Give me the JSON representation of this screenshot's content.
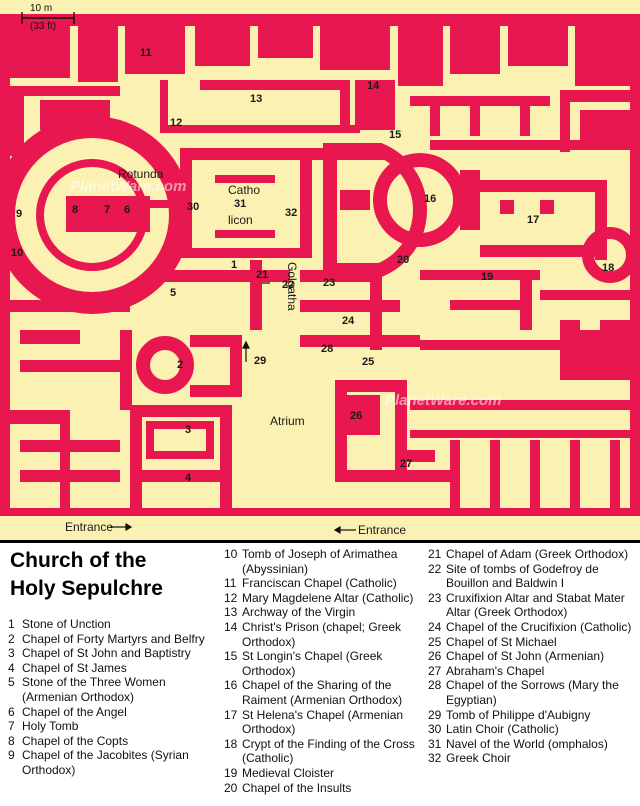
{
  "map": {
    "scale": {
      "meters": "10 m",
      "feet": "(33 ft)"
    },
    "place_labels": {
      "rotunda": "Rotunda",
      "catholicon_a": "Catho",
      "catholicon_b": "licon",
      "golgotha": "Golgatha",
      "atrium": "Atrium",
      "entrance_left": "Entrance",
      "entrance_right": "Entrance"
    },
    "watermark": "PlanetWare.com",
    "numbers": [
      "1",
      "2",
      "3",
      "4",
      "5",
      "6",
      "7",
      "8",
      "9",
      "10",
      "11",
      "12",
      "13",
      "14",
      "15",
      "16",
      "17",
      "18",
      "19",
      "20",
      "21",
      "22",
      "23",
      "24",
      "25",
      "26",
      "27",
      "28",
      "29",
      "30",
      "31",
      "32"
    ]
  },
  "legend": {
    "title": "Church of the\nHoly Sepulchre",
    "items": [
      {
        "n": "1",
        "t": "Stone of Unction"
      },
      {
        "n": "2",
        "t": "Chapel of Forty Martyrs and Belfry"
      },
      {
        "n": "3",
        "t": "Chapel of St John and Baptistry"
      },
      {
        "n": "4",
        "t": "Chapel of St James"
      },
      {
        "n": "5",
        "t": "Stone of the Three Women (Armenian Orthodox)"
      },
      {
        "n": "6",
        "t": "Chapel of the Angel"
      },
      {
        "n": "7",
        "t": "Holy Tomb"
      },
      {
        "n": "8",
        "t": "Chapel of the Copts"
      },
      {
        "n": "9",
        "t": "Chapel of the Jacobites (Syrian Orthodox)"
      },
      {
        "n": "10",
        "t": "Tomb of Joseph of Arimathea (Abyssinian)"
      },
      {
        "n": "11",
        "t": "Franciscan Chapel (Catholic)"
      },
      {
        "n": "12",
        "t": "Mary Magdelene Altar (Catholic)"
      },
      {
        "n": "13",
        "t": "Archway of the Virgin"
      },
      {
        "n": "14",
        "t": "Christ's Prison (chapel; Greek Orthodox)"
      },
      {
        "n": "15",
        "t": "St Longin's Chapel (Greek Orthodox)"
      },
      {
        "n": "16",
        "t": "Chapel of the Sharing of the Raiment (Armenian Orthodox)"
      },
      {
        "n": "17",
        "t": "St Helena's Chapel (Armenian Orthodox)"
      },
      {
        "n": "18",
        "t": "Crypt of the Finding of the Cross (Catholic)"
      },
      {
        "n": "19",
        "t": "Medieval Cloister"
      },
      {
        "n": "20",
        "t": "Chapel of the Insults"
      },
      {
        "n": "21",
        "t": "Chapel of Adam (Greek Orthodox)"
      },
      {
        "n": "22",
        "t": "Site of tombs of Godefroy de Bouillon and Baldwin I"
      },
      {
        "n": "23",
        "t": "Cruxifixion Altar and Stabat Mater Altar (Greek Orthodox)"
      },
      {
        "n": "24",
        "t": "Chapel of the Crucifixion (Catholic)"
      },
      {
        "n": "25",
        "t": "Chapel of St Michael"
      },
      {
        "n": "26",
        "t": "Chapel of St John (Armenian)"
      },
      {
        "n": "27",
        "t": "Abraham's Chapel"
      },
      {
        "n": "28",
        "t": "Chapel of the Sorrows (Mary the Egyptian)"
      },
      {
        "n": "29",
        "t": "Tomb of Philippe d'Aubigny"
      },
      {
        "n": "30",
        "t": "Latin Choir (Catholic)"
      },
      {
        "n": "31",
        "t": "Navel of the World (omphalos)"
      },
      {
        "n": "32",
        "t": "Greek Choir"
      }
    ]
  },
  "colors": {
    "wall": "#e8174f",
    "floor": "#fbf1b2",
    "text": "#111111"
  }
}
